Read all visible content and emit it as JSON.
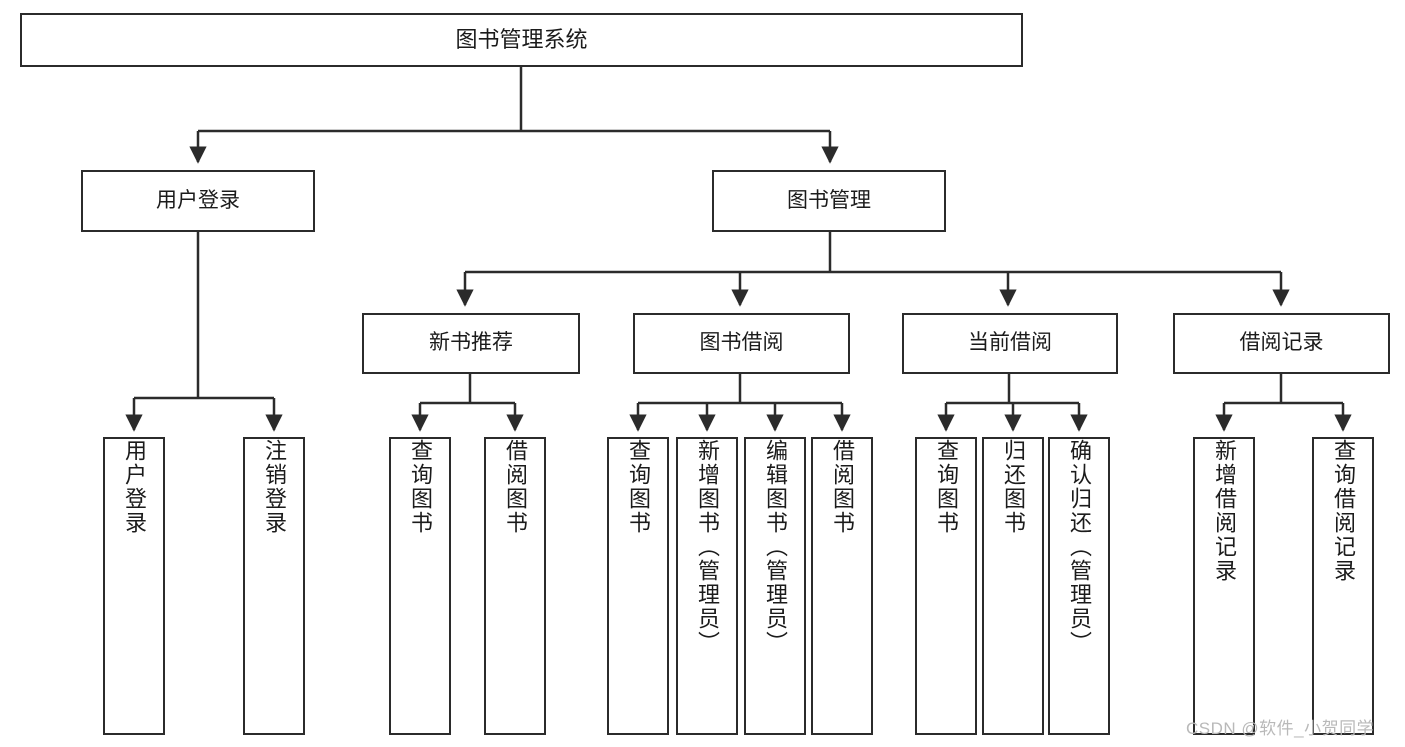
{
  "diagram": {
    "title": "图书管理系统",
    "type": "tree",
    "root": {
      "label": "图书管理系统"
    },
    "level2": [
      {
        "label": "用户登录"
      },
      {
        "label": "图书管理"
      }
    ],
    "level3": [
      {
        "label": "新书推荐"
      },
      {
        "label": "图书借阅"
      },
      {
        "label": "当前借阅"
      },
      {
        "label": "借阅记录"
      }
    ],
    "leaves": {
      "user_login": [
        {
          "label": "用户登录"
        },
        {
          "label": "注销登录"
        }
      ],
      "new_book_recommend": [
        {
          "label": "查询图书"
        },
        {
          "label": "借阅图书"
        }
      ],
      "book_borrow": [
        {
          "label": "查询图书"
        },
        {
          "label": "新增图书（管理员）"
        },
        {
          "label": "编辑图书（管理员）"
        },
        {
          "label": "借阅图书"
        }
      ],
      "current_borrow": [
        {
          "label": "查询图书"
        },
        {
          "label": "归还图书"
        },
        {
          "label": "确认归还（管理员）"
        }
      ],
      "borrow_record": [
        {
          "label": "新增借阅记录"
        },
        {
          "label": "查询借阅记录"
        }
      ]
    }
  },
  "watermark": {
    "text": "CSDN @软件_小贺同学"
  },
  "colors": {
    "stroke": "#2b2b2b",
    "text": "#1b1b1b",
    "background": "#ffffff",
    "watermark": "#b9b9b9"
  }
}
